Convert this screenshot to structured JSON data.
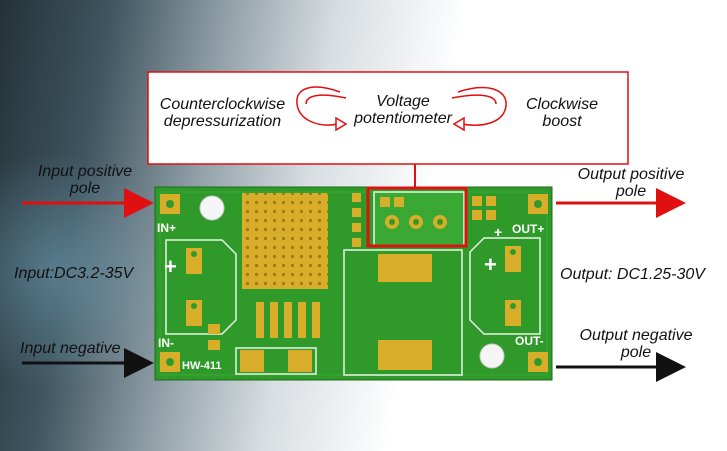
{
  "box": {
    "left_text_line1": "Counterclockwise",
    "left_text_line2": "depressurization",
    "center_text_line1": "Voltage",
    "center_text_line2": "potentiometer",
    "right_text_line1": "Clockwise",
    "right_text_line2": "boost"
  },
  "left": {
    "input_positive_line1": "Input positive",
    "input_positive_line2": "pole",
    "input_range": "Input:DC3.2-35V",
    "input_negative": "Input negative"
  },
  "right": {
    "output_positive_line1": "Output positive",
    "output_positive_line2": "pole",
    "output_range": "Output: DC1.25-30V",
    "output_negative_line1": "Output negative",
    "output_negative_line2": "pole"
  },
  "board": {
    "in_plus": "IN+",
    "in_minus": "IN-",
    "out_plus": "OUT+",
    "out_minus": "OUT-",
    "model": "HW-411",
    "plus_symbol": "+"
  },
  "colors": {
    "pcb": "#2f9a2a",
    "gold": "#d8ad2a",
    "red": "#e01010",
    "black": "#111111"
  }
}
